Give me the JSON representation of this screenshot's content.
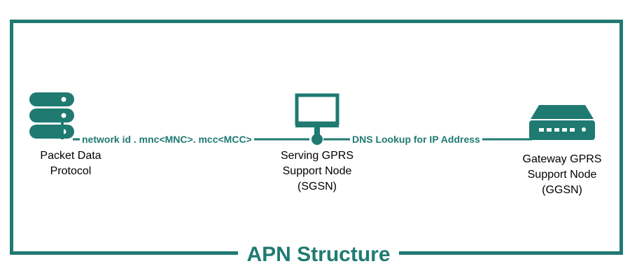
{
  "title": "APN Structure",
  "colors": {
    "accent": "#1f7a72",
    "text": "#000000",
    "background": "#ffffff"
  },
  "nodes": {
    "pdp": {
      "icon": "database-server-icon",
      "label_lines": [
        "Packet Data",
        "Protocol"
      ]
    },
    "sgsn": {
      "icon": "computer-monitor-network-icon",
      "label_lines": [
        "Serving GPRS",
        "Support Node",
        "(SGSN)"
      ]
    },
    "ggsn": {
      "icon": "network-gateway-device-icon",
      "label_lines": [
        "Gateway GPRS",
        "Support Node",
        "(GGSN)"
      ]
    }
  },
  "edges": {
    "pdp_to_sgsn": "network id . mnc<MNC>. mcc<MCC>",
    "sgsn_to_ggsn": "DNS Lookup for IP Address"
  }
}
